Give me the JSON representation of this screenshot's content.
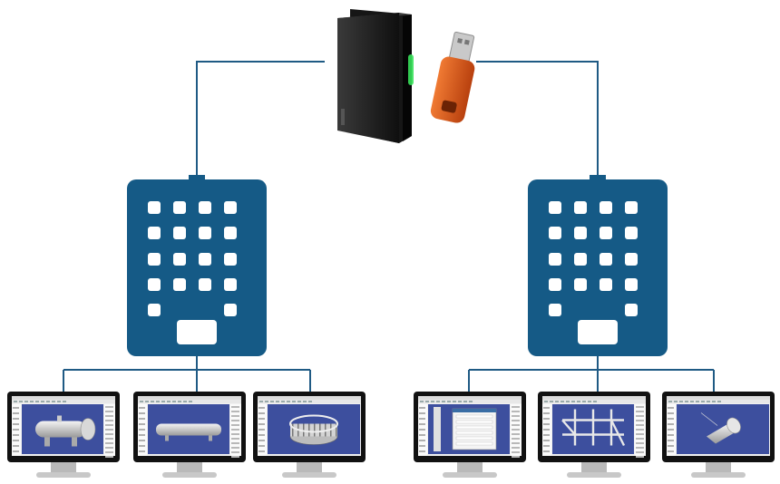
{
  "colors": {
    "line": "#1f5a84",
    "building": "#155a86",
    "window": "#ffffff",
    "server_body": "#161616",
    "server_face": "#2b2b2b",
    "server_led": "#37e05a",
    "usb_body": "#e2561a",
    "usb_metal": "#c9c9c9",
    "monitor_frame": "#111111",
    "monitor_stand": "#b9b9b9",
    "screen_viewport": "#3d4f9e",
    "screen_panel": "#f1f1f1"
  },
  "icons": {
    "server": "license-server-icon",
    "dongle": "usb-dongle-icon",
    "office": "office-building-icon",
    "workstation": "workstation-monitor-icon"
  },
  "structure": {
    "server": "license-server",
    "sites": [
      {
        "id": "site-left",
        "workstations": [
          "heat-exchanger-model",
          "horizontal-vessel-model",
          "ring-structure-model"
        ]
      },
      {
        "id": "site-right",
        "workstations": [
          "column-form-model",
          "pipe-rack-model",
          "conical-vessel-model"
        ]
      }
    ]
  }
}
